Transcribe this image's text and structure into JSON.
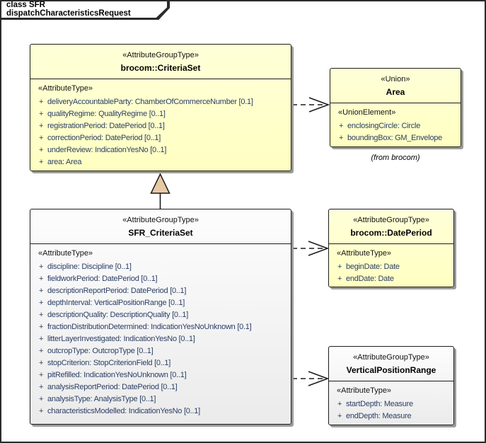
{
  "frame": {
    "label": "class SFR dispatchCharacteristicsRequest"
  },
  "colors": {
    "yellow_fill": "#FFFFCC",
    "neutral_fill": "#F4F4F4",
    "border": "#1C1C1C",
    "attribute_text": "#2B3E66",
    "shadow": "#9B9B9B",
    "generalization_triangle_fill": "#E9C9A4"
  },
  "classes": {
    "criteria_set": {
      "stereotype": "«AttributeGroupType»",
      "name": "brocom::CriteriaSet",
      "attr_stereotype": "«AttributeType»",
      "attributes": [
        {
          "vis": "+",
          "text": "deliveryAccountableParty: ChamberOfCommerceNumber [0.1]"
        },
        {
          "vis": "+",
          "text": "qualityRegime: QualityRegime [0..1]"
        },
        {
          "vis": "+",
          "text": "registrationPeriod: DatePeriod [0..1]"
        },
        {
          "vis": "+",
          "text": "correctionPeriod: DatePeriod [0..1]"
        },
        {
          "vis": "+",
          "text": "underReview: IndicationYesNo [0..1]"
        },
        {
          "vis": "+",
          "text": "area: Area"
        }
      ]
    },
    "area": {
      "stereotype": "«Union»",
      "name": "Area",
      "attr_stereotype": "«UnionElement»",
      "attributes": [
        {
          "vis": "+",
          "text": "enclosingCircle: Circle"
        },
        {
          "vis": "+",
          "text": "boundingBox: GM_Envelope"
        }
      ],
      "from_note": "(from brocom)"
    },
    "sfr_criteria_set": {
      "stereotype": "«AttributeGroupType»",
      "name": "SFR_CriteriaSet",
      "attr_stereotype": "«AttributeType»",
      "attributes": [
        {
          "vis": "+",
          "text": "discipline: Discipline [0..1]"
        },
        {
          "vis": "+",
          "text": "fieldworkPeriod: DatePeriod [0..1]"
        },
        {
          "vis": "+",
          "text": "descriptionReportPeriod: DatePeriod [0..1]"
        },
        {
          "vis": "+",
          "text": "depthInterval: VerticalPositionRange [0..1]"
        },
        {
          "vis": "+",
          "text": "descriptionQuality: DescriptionQuality [0..1]"
        },
        {
          "vis": "+",
          "text": "fractionDistributionDetermined: IndicationYesNoUnknown [0.1]"
        },
        {
          "vis": "+",
          "text": "litterLayerInvestigated: IndicationYesNo [0..1]"
        },
        {
          "vis": "+",
          "text": "outcropType: OutcropType [0..1]"
        },
        {
          "vis": "+",
          "text": "stopCriterion: StopCriterionField [0..1]"
        },
        {
          "vis": "+",
          "text": "pitRefilled: IndicationYesNoUnknown [0..1]"
        },
        {
          "vis": "+",
          "text": "analysisReportPeriod: DatePeriod [0..1]"
        },
        {
          "vis": "+",
          "text": "analysisType: AnalysisType [0..1]"
        },
        {
          "vis": "+",
          "text": "characteristicsModelled: IndicationYesNo [0..1]"
        }
      ]
    },
    "date_period": {
      "stereotype": "«AttributeGroupType»",
      "name": "brocom::DatePeriod",
      "attr_stereotype": "«AttributeType»",
      "attributes": [
        {
          "vis": "+",
          "text": "beginDate: Date"
        },
        {
          "vis": "+",
          "text": "endDate: Date"
        }
      ]
    },
    "vertical_position_range": {
      "stereotype": "«AttributeGroupType»",
      "name": "VerticalPositionRange",
      "attr_stereotype": "«AttributeType»",
      "attributes": [
        {
          "vis": "+",
          "text": "startDepth: Measure"
        },
        {
          "vis": "+",
          "text": "endDepth: Measure"
        }
      ]
    }
  }
}
